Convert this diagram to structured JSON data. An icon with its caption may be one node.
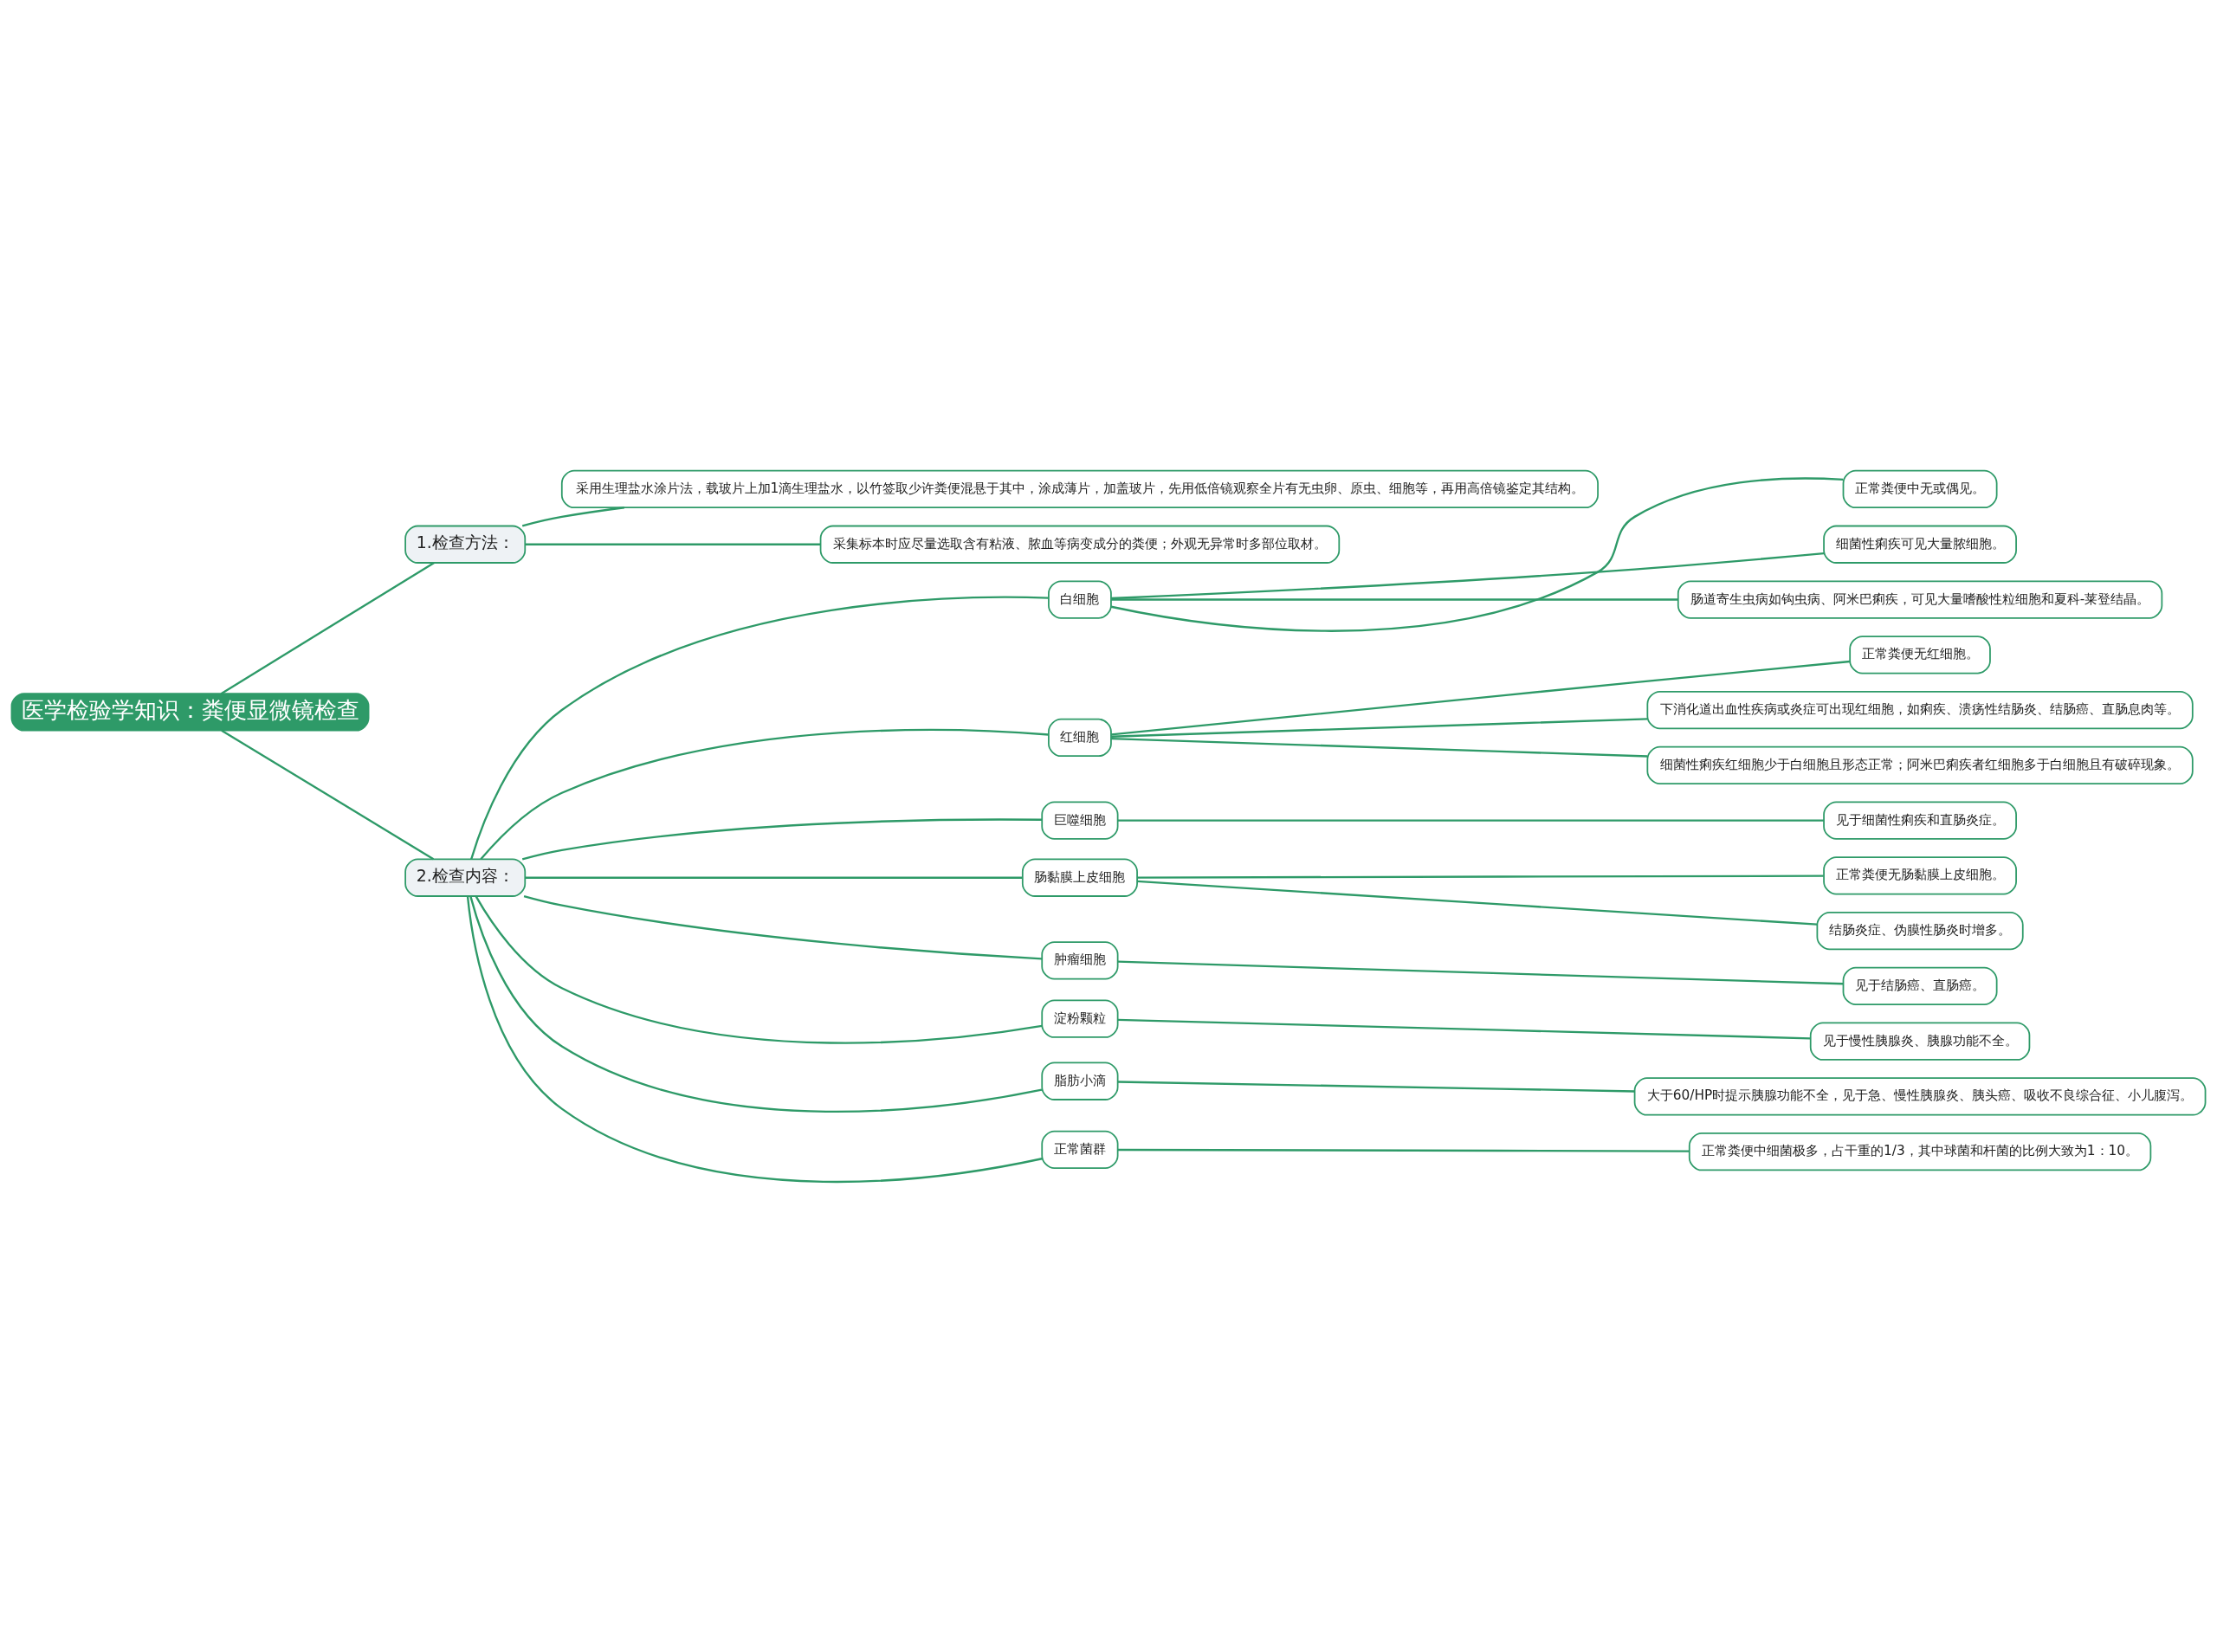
{
  "diagram": {
    "nodes": [
      {
        "text": [
          "医学检验学知识：粪便显微镜检查"
        ]
      },
      {
        "text": [
          "1.检查方法："
        ]
      },
      {
        "text": [
          "采用生理盐水涂片法，载玻片上加1滴生理盐水，以竹签取少许粪便混悬于其中，涂成薄片，加盖玻片，先用低倍镜观察全片有无虫卵、原虫、细胞等，再用高倍镜鉴定其结构。"
        ]
      },
      {
        "text": [
          "采集标本时应尽量选取含有粘液、脓血等病变成分的粪便；外观无异常时多部位取材。"
        ]
      },
      {
        "text": [
          "2.检查内容："
        ]
      },
      {
        "text": [
          "白细胞"
        ]
      },
      {
        "text": [
          "正常粪便中无或偶见。"
        ]
      },
      {
        "text": [
          "细菌性痢疾可见大量脓细胞。"
        ]
      },
      {
        "text": [
          "肠道寄生虫病如钩虫病、阿米巴痢疾，可见大量嗜酸性粒细胞和夏科-莱登结晶。"
        ]
      },
      {
        "text": [
          "红细胞"
        ]
      },
      {
        "text": [
          "正常粪便无红细胞。"
        ]
      },
      {
        "text": [
          "下消化道出血性疾病或炎症可出现红细胞，如痢疾、溃疡性结肠炎、结肠癌、直肠息肉等。"
        ]
      },
      {
        "text": [
          "细菌性痢疾红细胞少于白细胞且形态正常；阿米巴痢疾者红细胞多于白细胞且有破碎现象。"
        ]
      },
      {
        "text": [
          "巨噬细胞"
        ]
      },
      {
        "text": [
          "见于细菌性痢疾和直肠炎症。"
        ]
      },
      {
        "text": [
          "肠黏膜上皮细胞"
        ]
      },
      {
        "text": [
          "正常粪便无肠黏膜上皮细胞。"
        ]
      },
      {
        "text": [
          "结肠炎症、伪膜性肠炎时增多。"
        ]
      },
      {
        "text": [
          "肿瘤细胞"
        ]
      },
      {
        "text": [
          "见于结肠癌、直肠癌。"
        ]
      },
      {
        "text": [
          "淀粉颗粒"
        ]
      },
      {
        "text": [
          "见于慢性胰腺炎、胰腺功能不全。"
        ]
      },
      {
        "text": [
          "脂肪小滴"
        ]
      },
      {
        "text": [
          "大于60/HP时提示胰腺功能不全，见于急、慢性胰腺炎、胰头癌、吸收不良综合征、小儿腹泻。"
        ]
      },
      {
        "text": [
          "正常菌群"
        ]
      },
      {
        "text": [
          "正常粪便中细菌极多，占干重的1/3，其中球菌和杆菌的比例大致为1：10。"
        ]
      }
    ],
    "edges": [
      {
        "from": 0,
        "to": 1,
        "arrow": "none"
      },
      {
        "from": 0,
        "to": 4,
        "arrow": "none"
      },
      {
        "from": 1,
        "to": 2,
        "arrow": "none"
      },
      {
        "from": 1,
        "to": 3,
        "arrow": "none"
      },
      {
        "from": 4,
        "to": 5,
        "arrow": "none"
      },
      {
        "from": 5,
        "to": 6,
        "arrow": "none"
      },
      {
        "from": 5,
        "to": 7,
        "arrow": "none"
      },
      {
        "from": 5,
        "to": 8,
        "arrow": "none"
      },
      {
        "from": 4,
        "to": 9,
        "arrow": "none"
      },
      {
        "from": 9,
        "to": 10,
        "arrow": "none"
      },
      {
        "from": 9,
        "to": 11,
        "arrow": "none"
      },
      {
        "from": 9,
        "to": 12,
        "arrow": "none"
      },
      {
        "from": 4,
        "to": 13,
        "arrow": "none"
      },
      {
        "from": 13,
        "to": 14,
        "arrow": "none"
      },
      {
        "from": 4,
        "to": 15,
        "arrow": "none"
      },
      {
        "from": 15,
        "to": 16,
        "arrow": "none"
      },
      {
        "from": 15,
        "to": 17,
        "arrow": "none"
      },
      {
        "from": 4,
        "to": 18,
        "arrow": "none"
      },
      {
        "from": 18,
        "to": 19,
        "arrow": "none"
      },
      {
        "from": 4,
        "to": 20,
        "arrow": "none"
      },
      {
        "from": 20,
        "to": 21,
        "arrow": "none"
      },
      {
        "from": 4,
        "to": 22,
        "arrow": "none"
      },
      {
        "from": 22,
        "to": 23,
        "arrow": "none"
      },
      {
        "from": 4,
        "to": 24,
        "arrow": "none"
      },
      {
        "from": 24,
        "to": 25,
        "arrow": "none"
      }
    ]
  }
}
